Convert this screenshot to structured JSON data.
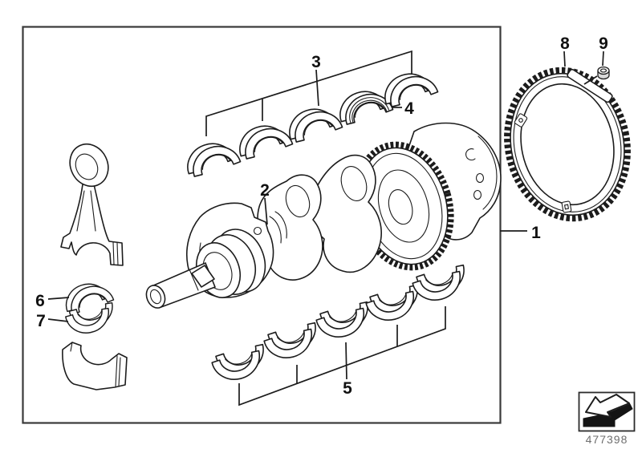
{
  "diagram": {
    "type": "exploded-parts-drawing",
    "subject": "crankshaft with bearing shells and ring gear",
    "callouts": {
      "c1": "1",
      "c2": "2",
      "c3": "3",
      "c4": "4",
      "c5": "5",
      "c6": "6",
      "c7": "7",
      "c8": "8",
      "c9": "9"
    },
    "footer": {
      "code": "477398",
      "icon": "direction-arrow-icon"
    },
    "colors": {
      "line": "#1c1c1c",
      "frame": "#3a3a3a",
      "label": "#111111",
      "code_text": "#6f6f6f",
      "background": "#ffffff"
    }
  }
}
